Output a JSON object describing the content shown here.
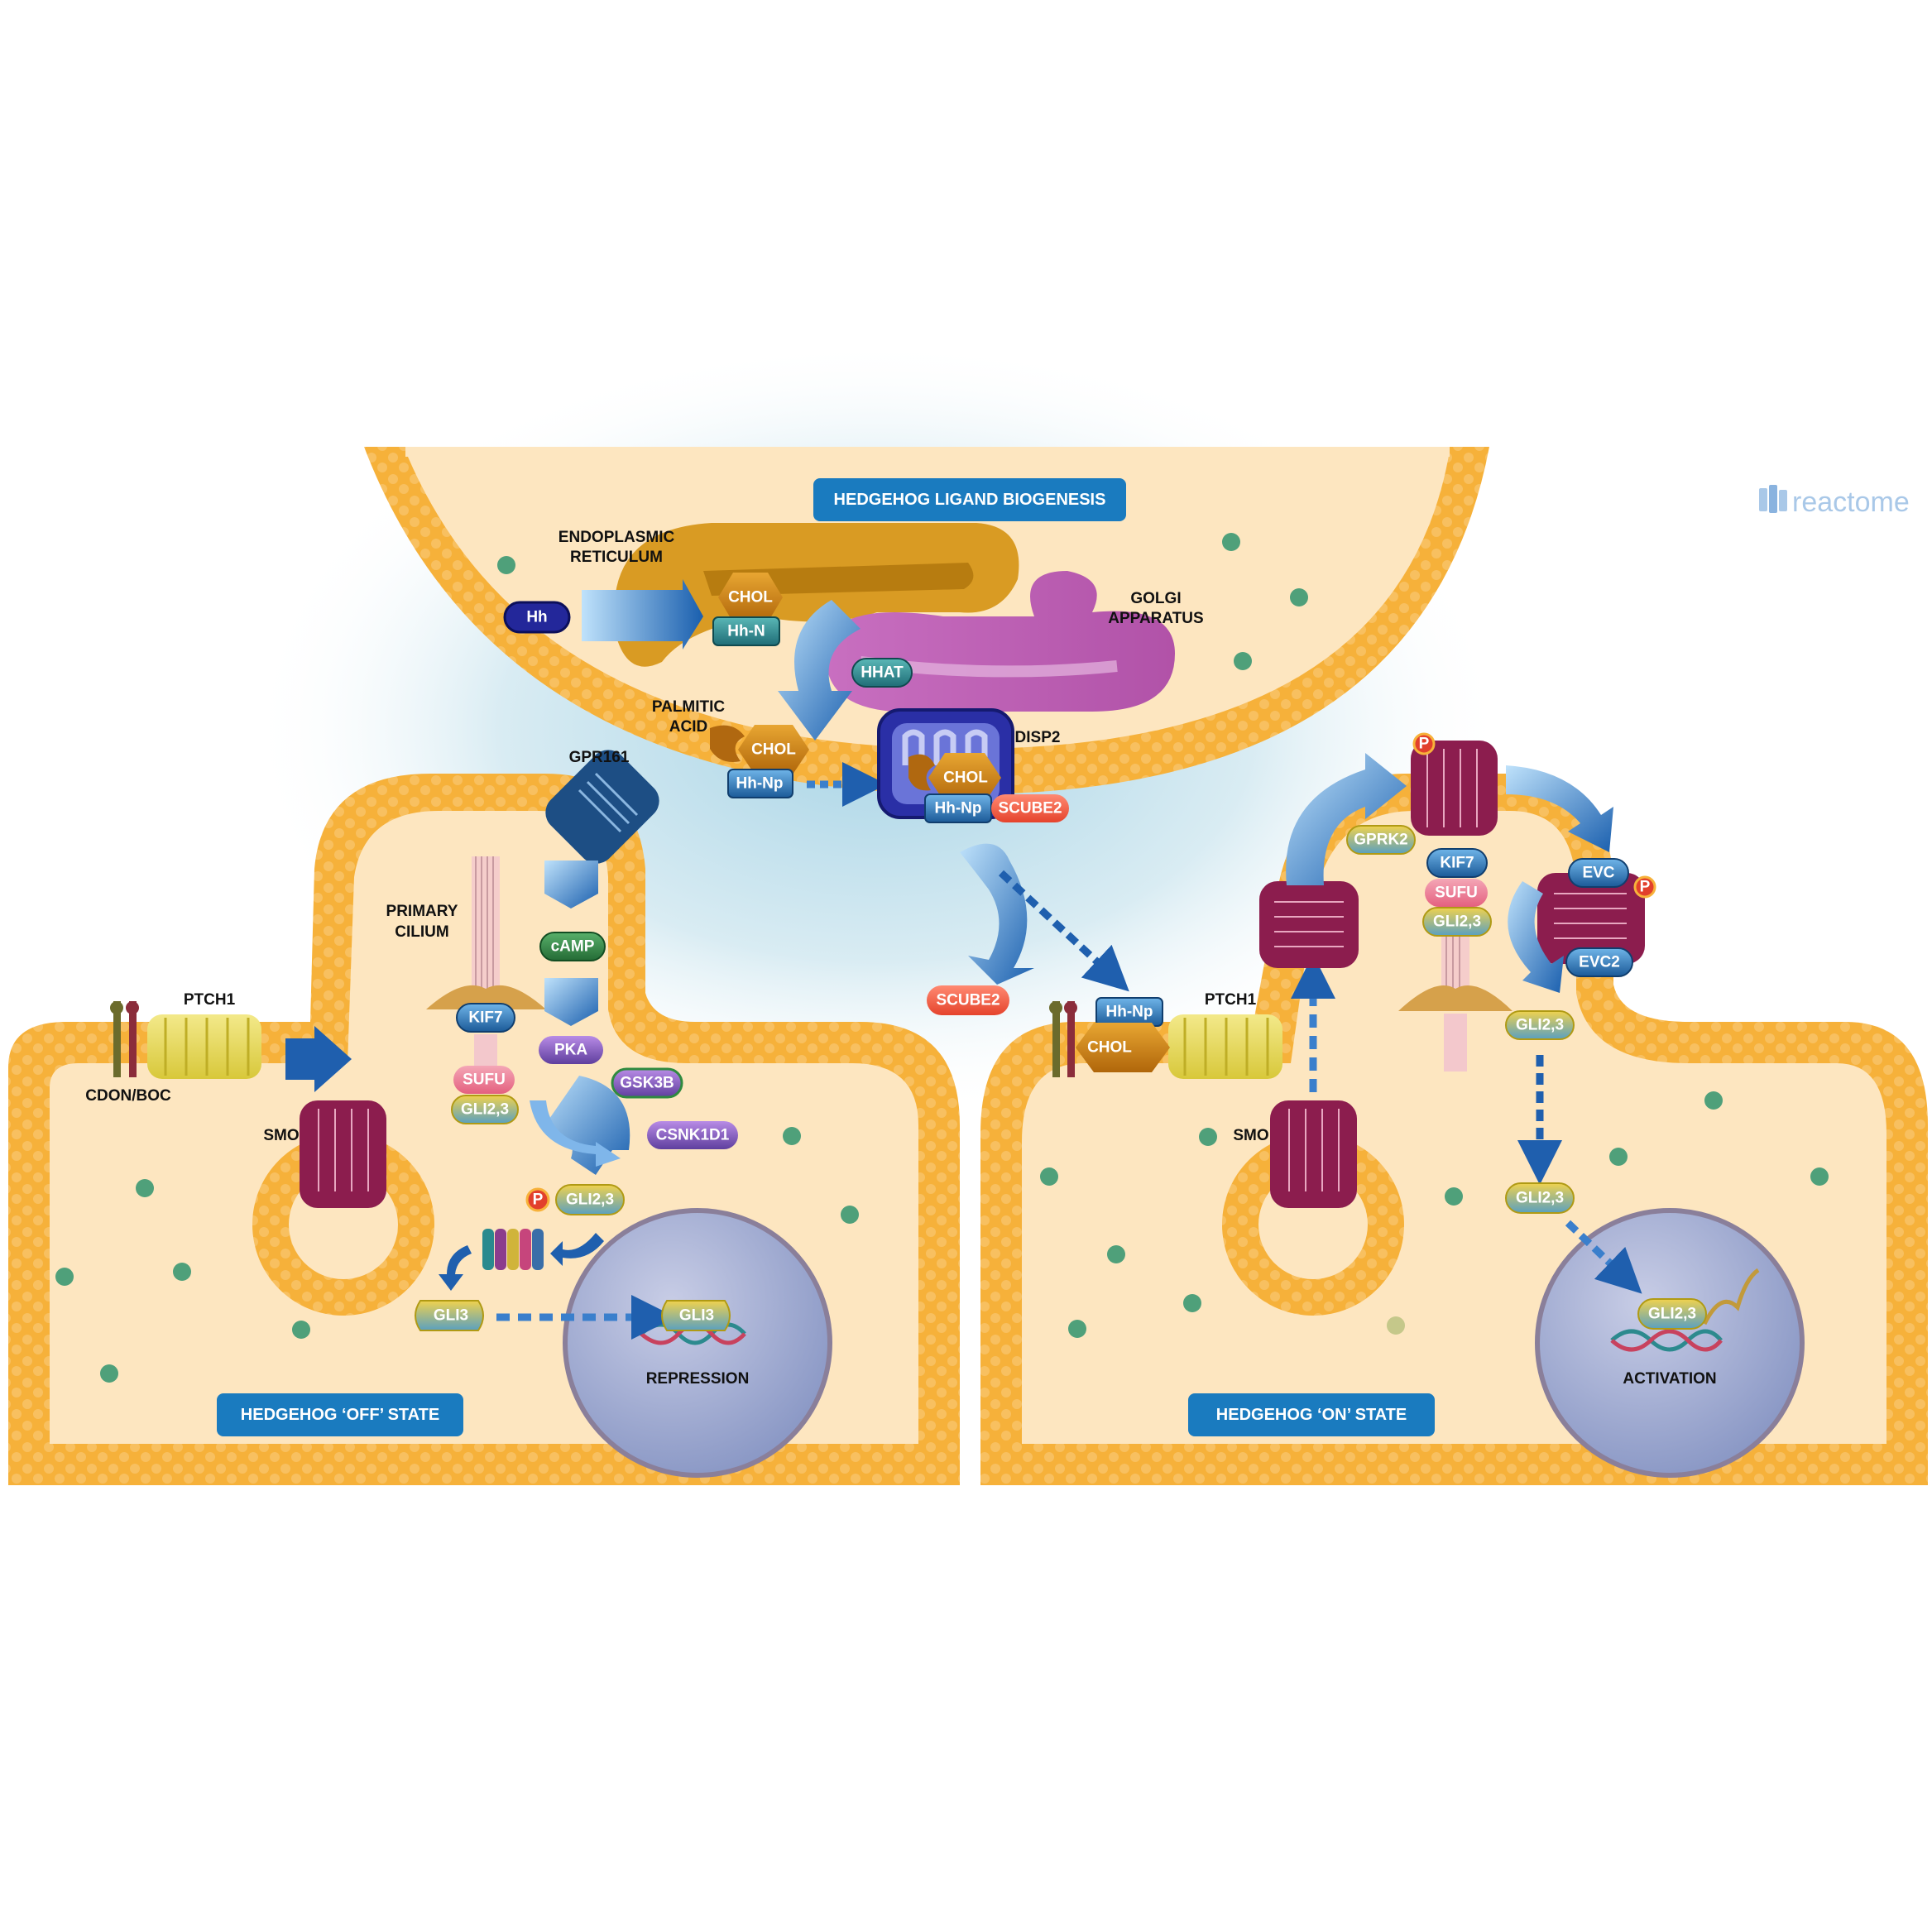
{
  "brand": {
    "logo_text": "reactome"
  },
  "banners": {
    "biogenesis": "HEDGEHOG LIGAND BIOGENESIS",
    "off_state": "HEDGEHOG ‘OFF’ STATE",
    "on_state": "HEDGEHOG ‘ON’ STATE"
  },
  "labels": {
    "er_line1": "ENDOPLASMIC",
    "er_line2": "RETICULUM",
    "golgi_line1": "GOLGI",
    "golgi_line2": "APPARATUS",
    "palmitic_line1": "PALMITIC",
    "palmitic_line2": "ACID",
    "disp2": "DISP2",
    "gpr161": "GPR161",
    "cilium_line1": "PRIMARY",
    "cilium_line2": "CILIUM",
    "ptch1_off": "PTCH1",
    "ptch1_on": "PTCH1",
    "cdon_boc": "CDON/BOC",
    "smo_off": "SMO",
    "smo_on": "SMO",
    "repression": "REPRESSION",
    "activation": "ACTIVATION"
  },
  "molecules": {
    "hh": "Hh",
    "chol_er": "CHOL",
    "hhn": "Hh-N",
    "hhat": "HHAT",
    "chol_palm": "CHOL",
    "hhnp_palm": "Hh-Np",
    "chol_disp": "CHOL",
    "hhnp_disp": "Hh-Np",
    "scube2_disp": "SCUBE2",
    "scube2_free": "SCUBE2",
    "camp": "cAMP",
    "pka": "PKA",
    "gsk3b": "GSK3B",
    "csnk1d1": "CSNK1D1",
    "kif7_off": "KIF7",
    "sufu_off": "SUFU",
    "gli23_off": "GLI2,3",
    "p_off": "P",
    "gli23_p": "GLI2,3",
    "gli3_cyt": "GLI3",
    "gli3_nuc": "GLI3",
    "hhnp_on": "Hh-Np",
    "chol_on": "CHOL",
    "p_smo_on": "P",
    "gprk2": "GPRK2",
    "kif7_on": "KIF7",
    "sufu_on": "SUFU",
    "gli23_on_cilium": "GLI2,3",
    "evc": "EVC",
    "evc2": "EVC2",
    "p_evc": "P",
    "gli23_on_1": "GLI2,3",
    "gli23_on_2": "GLI2,3",
    "gli23_nuc_on": "GLI2,3"
  },
  "colors": {
    "membrane": "#f6b13a",
    "cytoplasm": "#fde6c0",
    "banner": "#1a7bbf",
    "smo": "#8c1d4e",
    "nucleus": "#8f9ec8",
    "arrow": "#1f5fae"
  },
  "icons": [
    "reactome-logo-icon",
    "dna-icon",
    "proteasome-icon",
    "arrow-icon"
  ]
}
